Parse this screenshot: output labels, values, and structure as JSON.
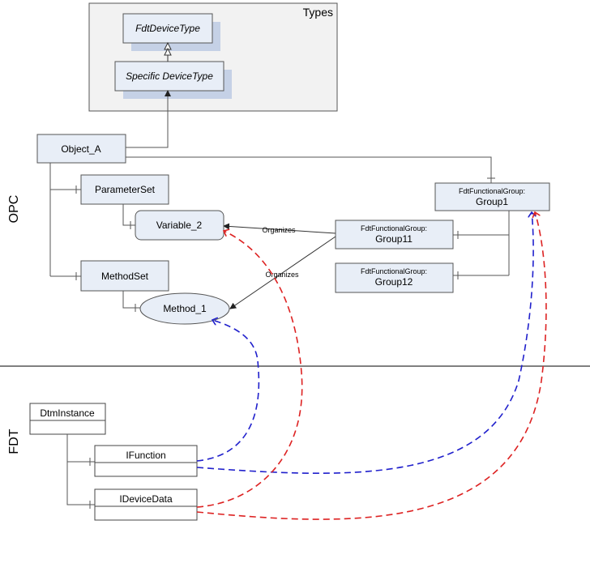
{
  "sections": {
    "opc": "OPC",
    "fdt": "FDT"
  },
  "types_panel": {
    "title": "Types",
    "fdt_device_type": "FdtDeviceType",
    "specific_device_type": "Specific DeviceType"
  },
  "opc": {
    "object_a": "Object_A",
    "parameter_set": "ParameterSet",
    "variable_2": "Variable_2",
    "method_set": "MethodSet",
    "method_1": "Method_1",
    "group1": {
      "type": "FdtFunctionalGroup:",
      "name": "Group1"
    },
    "group11": {
      "type": "FdtFunctionalGroup:",
      "name": "Group11"
    },
    "group12": {
      "type": "FdtFunctionalGroup:",
      "name": "Group12"
    },
    "organizes_1": "Organizes",
    "organizes_2": "Organizes"
  },
  "fdt": {
    "dtm_instance": "DtmInstance",
    "ifunction": "IFunction",
    "idevicedata": "IDeviceData"
  },
  "colors": {
    "node_fill": "#e8eef7",
    "node_shadow": "#c5d1e6",
    "types_fill": "#f2f2f2",
    "line": "#555555",
    "blue_dash": "#2020cc",
    "red_dash": "#dd2222"
  }
}
